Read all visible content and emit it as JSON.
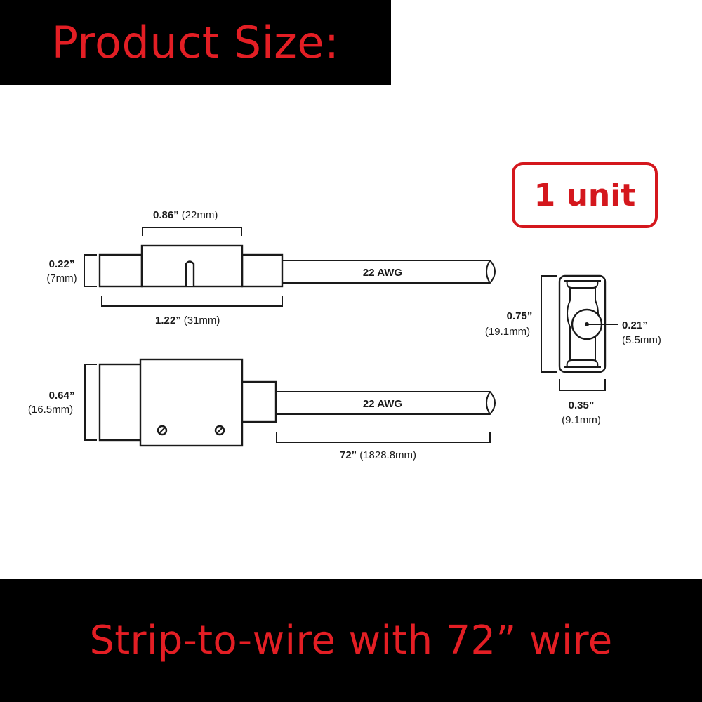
{
  "header": {
    "title": "Product Size:"
  },
  "badge": {
    "label": "1 unit"
  },
  "footer": {
    "caption": "Strip-to-wire with 72” wire"
  },
  "top_view": {
    "body_width": {
      "imperial": "0.86”",
      "metric": "(22mm)"
    },
    "height": {
      "imperial": "0.22”",
      "metric": "(7mm)"
    },
    "total_length": {
      "imperial": "1.22”",
      "metric": "(31mm)"
    },
    "wire_label": "22 AWG"
  },
  "side_view": {
    "height": {
      "imperial": "0.64”",
      "metric": "(16.5mm)"
    },
    "wire_label": "22 AWG",
    "wire_length": {
      "imperial": "72”",
      "metric": "(1828.8mm)"
    }
  },
  "end_view": {
    "height": {
      "imperial": "0.75”",
      "metric": "(19.1mm)"
    },
    "hole_diameter": {
      "imperial": "0.21”",
      "metric": "(5.5mm)"
    },
    "width": {
      "imperial": "0.35”",
      "metric": "(9.1mm)"
    }
  },
  "colors": {
    "accent_red": "#e31e24",
    "badge_red": "#d4171d",
    "bar_black": "#000000",
    "line": "#1a1a1a"
  }
}
